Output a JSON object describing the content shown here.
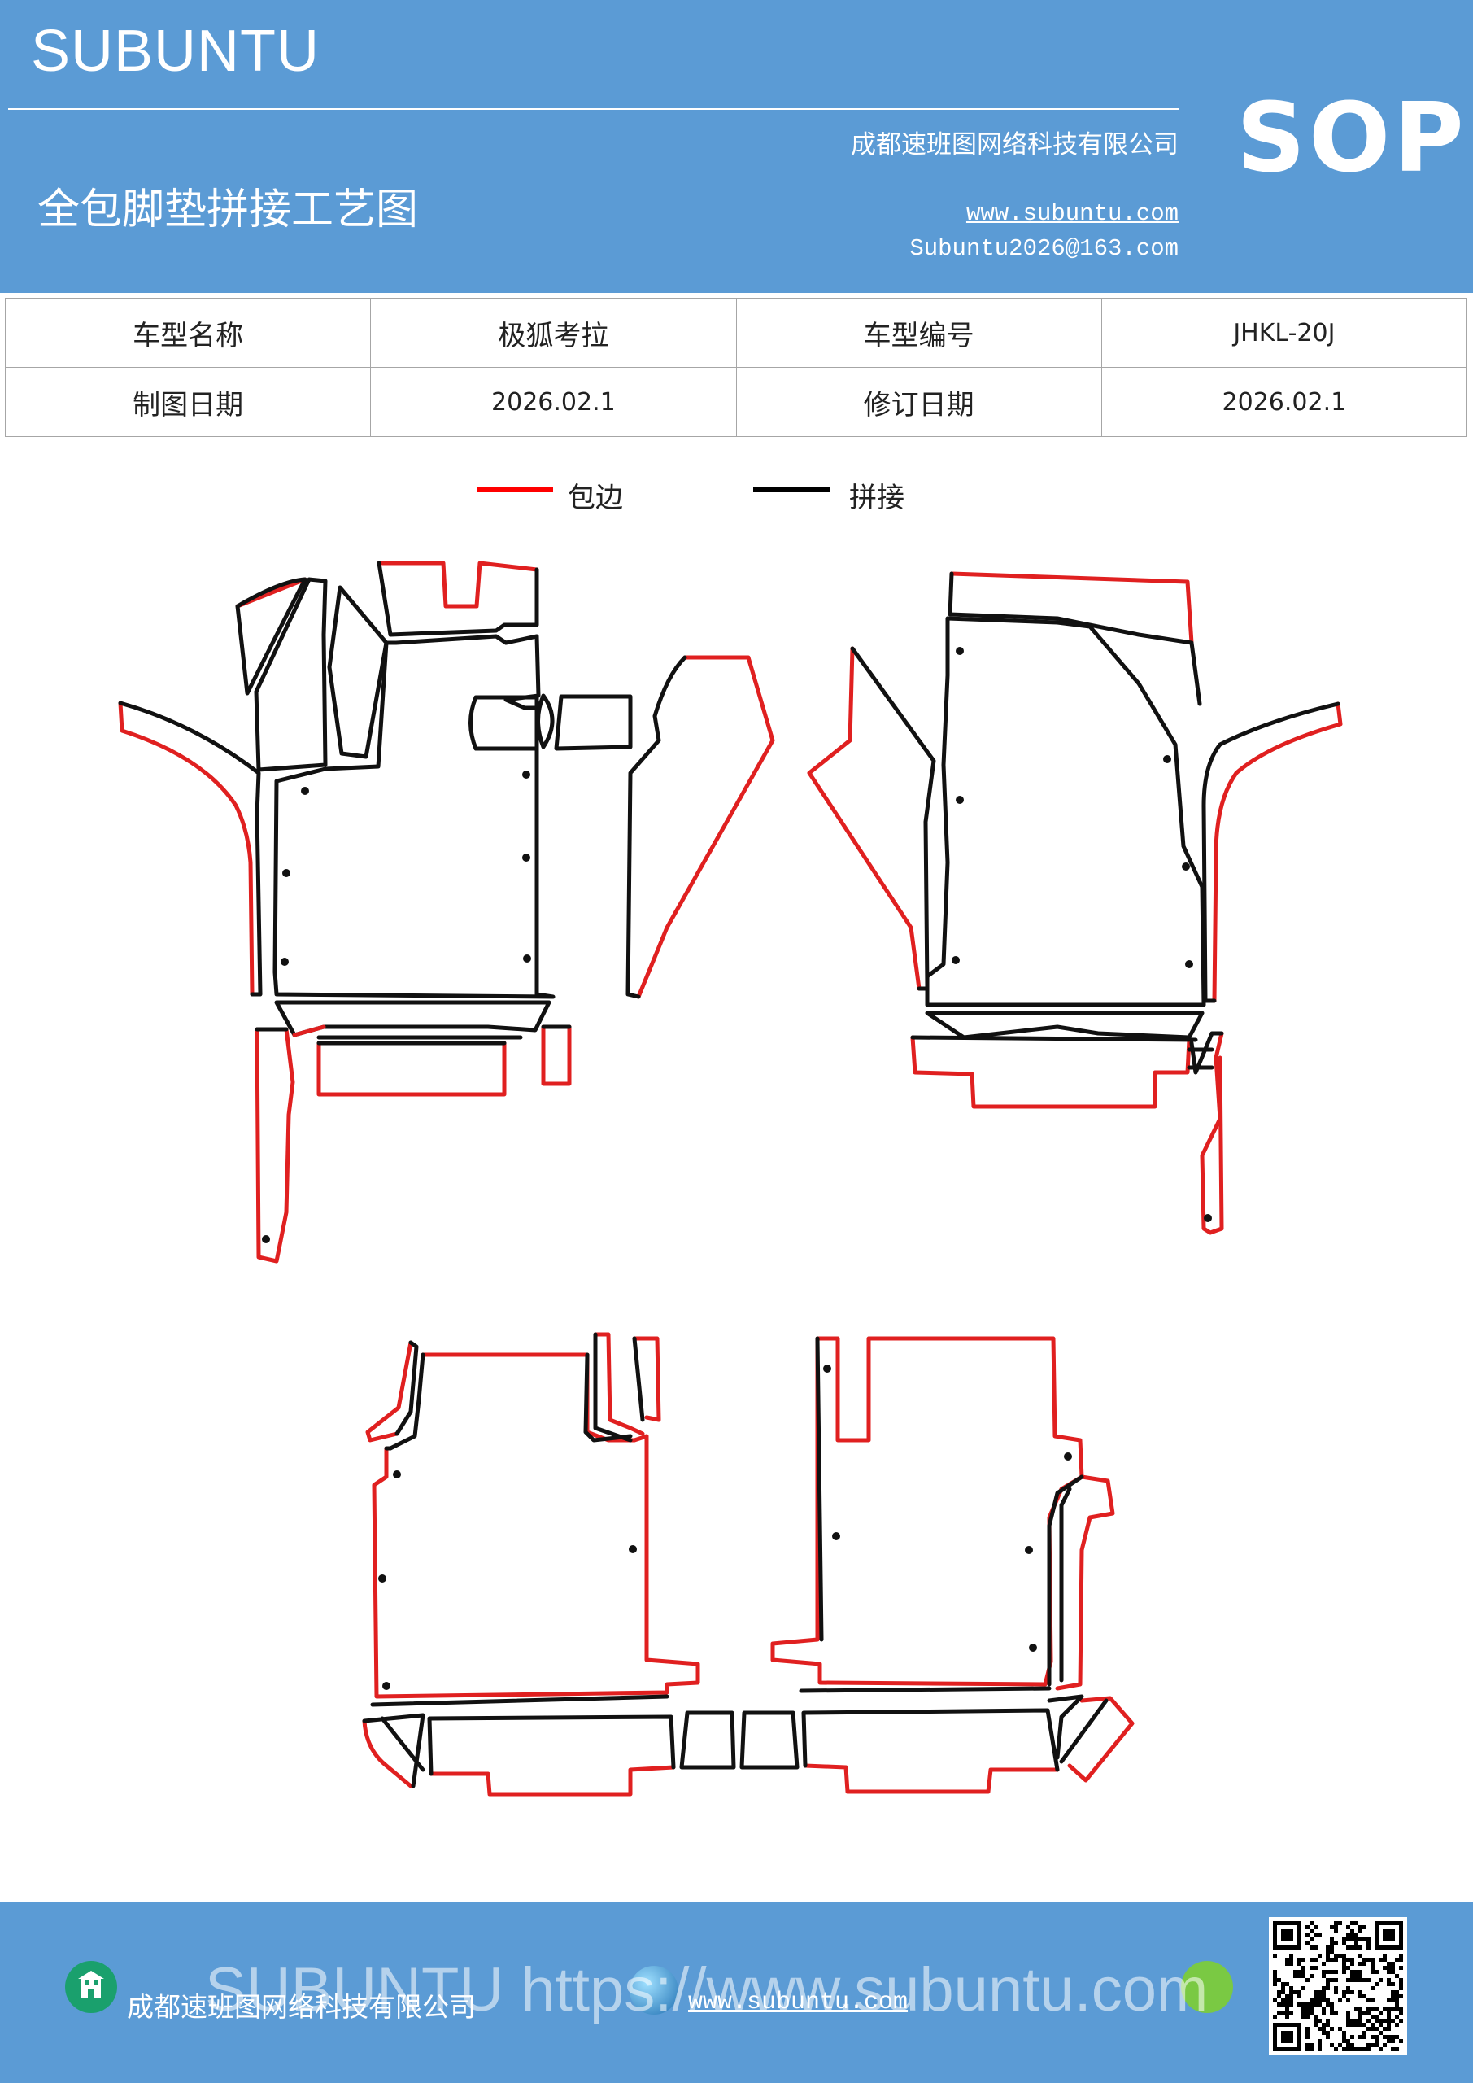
{
  "header": {
    "brand": "SUBUNTU",
    "badge": "SOP",
    "company": "成都速班图网络科技有限公司",
    "title": "全包脚垫拼接工艺图",
    "website": "www.subuntu.com",
    "email": "Subuntu2026@163.com"
  },
  "info_table": {
    "rows": [
      [
        {
          "text": "车型名称",
          "type": "label"
        },
        {
          "text": "极狐考拉",
          "type": "label"
        },
        {
          "text": "车型编号",
          "type": "label"
        },
        {
          "text": "JHKL-20J",
          "type": "val"
        }
      ],
      [
        {
          "text": "制图日期",
          "type": "label"
        },
        {
          "text": "2026.02.1",
          "type": "val"
        },
        {
          "text": "修订日期",
          "type": "label"
        },
        {
          "text": "2026.02.1",
          "type": "val"
        }
      ]
    ]
  },
  "legend": {
    "items": [
      {
        "label": "包边",
        "color": "#ff0000"
      },
      {
        "label": "拼接",
        "color": "#000000"
      }
    ]
  },
  "colors": {
    "header_bg": "#5b9bd5",
    "edge_binding": "#e02020",
    "seam": "#111111"
  },
  "footer": {
    "company": "成都速班图网络科技有限公司",
    "website": "www.subuntu.com",
    "watermark": "SUBUNTU https://www.subuntu.com"
  }
}
